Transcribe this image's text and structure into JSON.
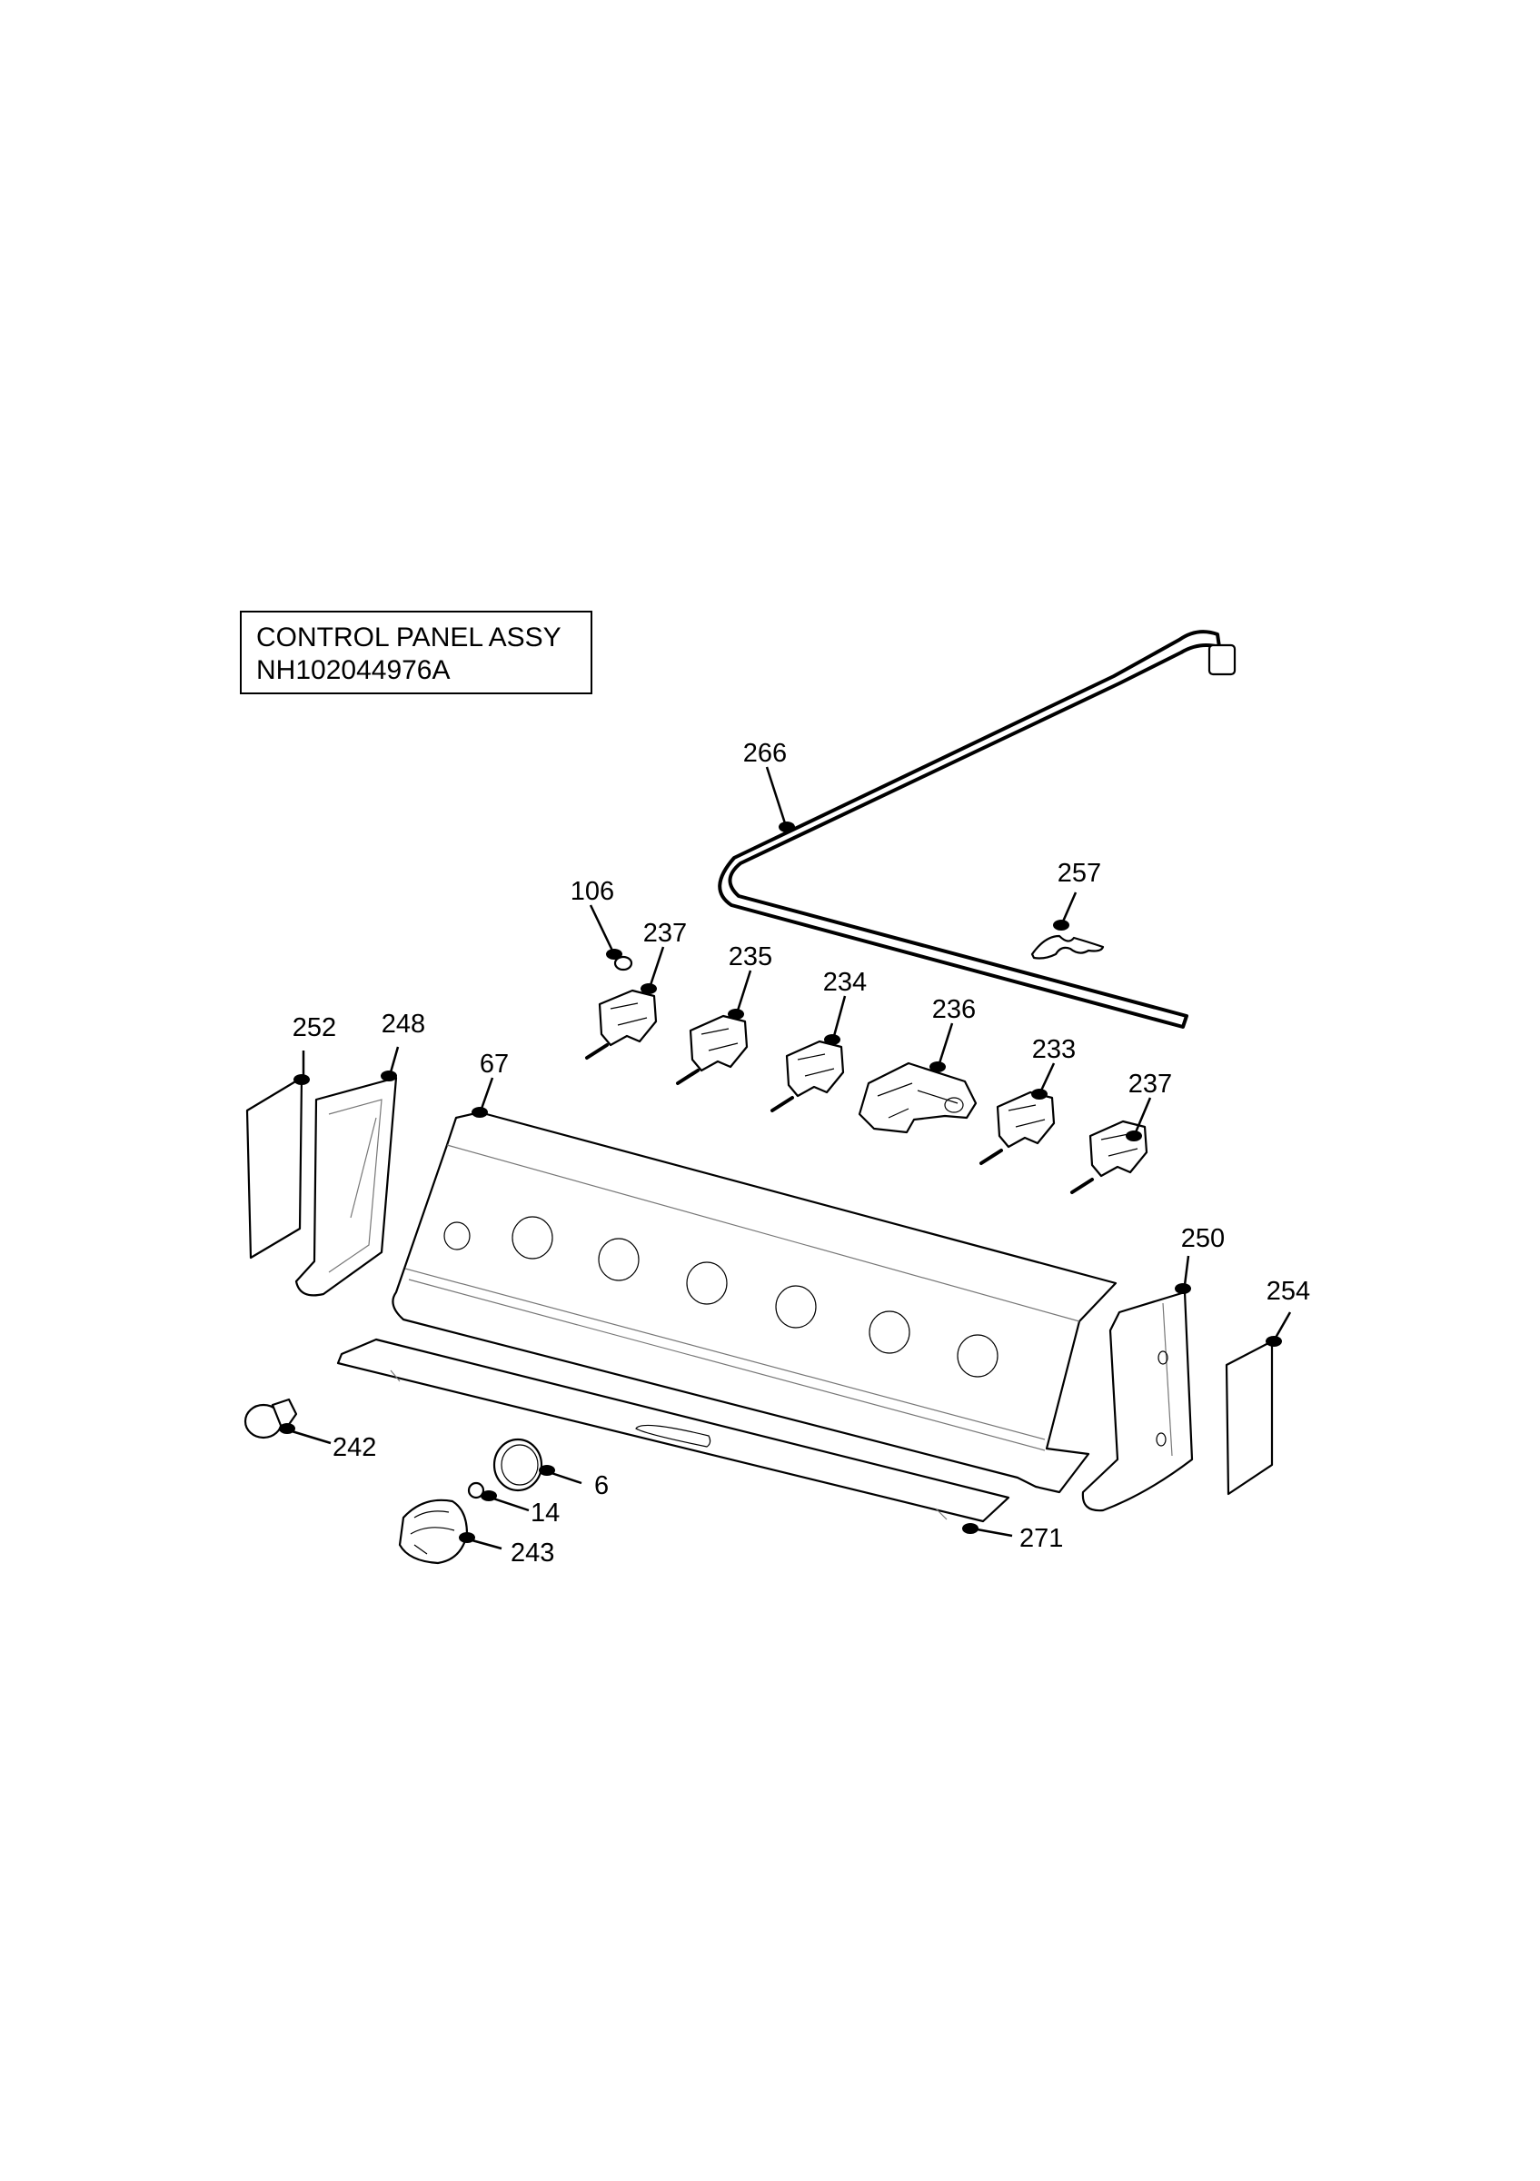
{
  "title": {
    "line1": "CONTROL PANEL ASSY",
    "line2": "NH102044976A"
  },
  "callouts": {
    "p266": "266",
    "p257": "257",
    "p106": "106",
    "p237a": "237",
    "p235": "235",
    "p234": "234",
    "p236": "236",
    "p233": "233",
    "p237b": "237",
    "p252": "252",
    "p248": "248",
    "p67": "67",
    "p250": "250",
    "p254": "254",
    "p242": "242",
    "p6": "6",
    "p14": "14",
    "p243": "243",
    "p271": "271"
  }
}
